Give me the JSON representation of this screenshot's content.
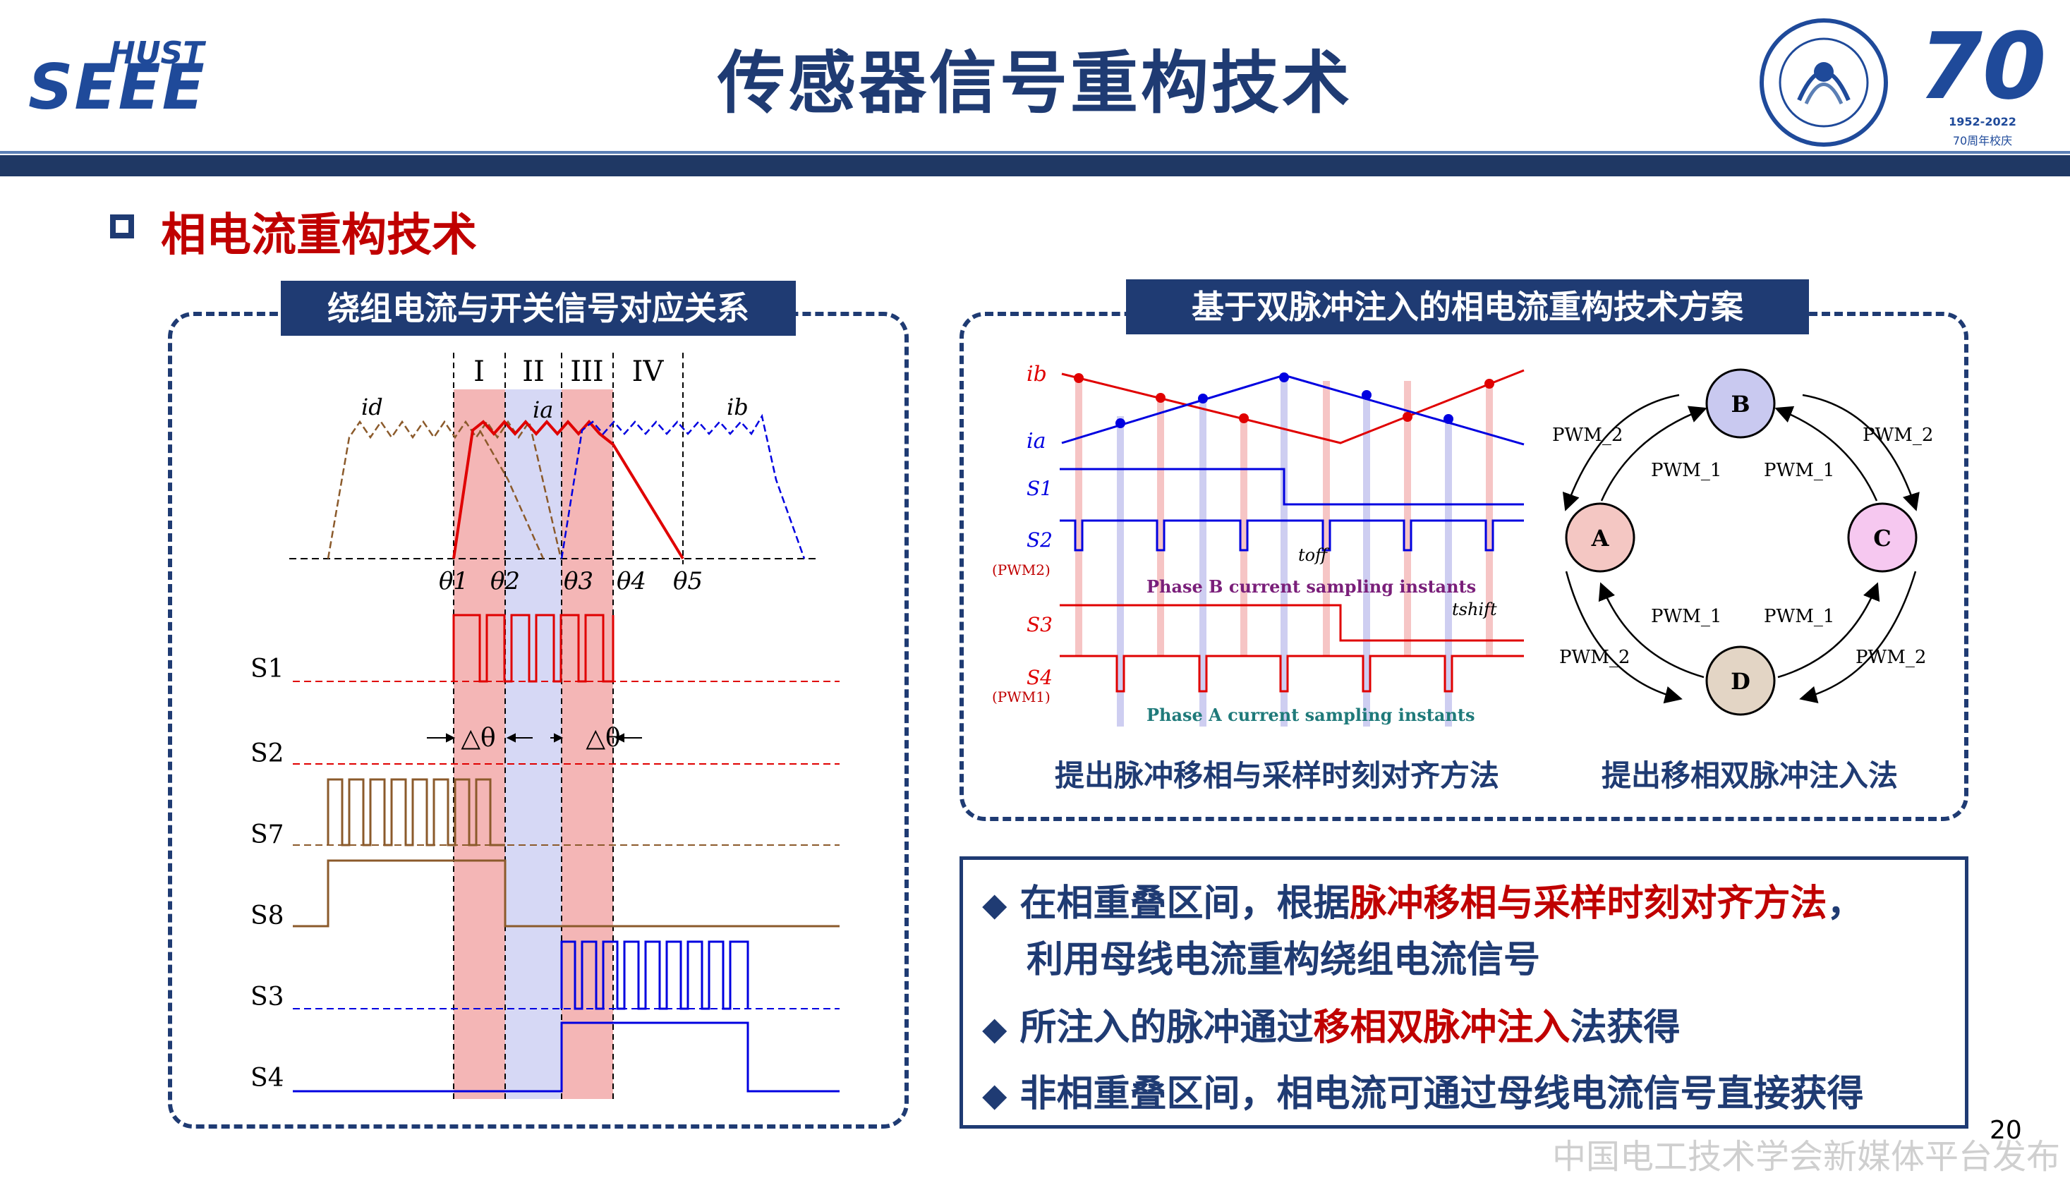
{
  "header": {
    "title": "传感器信号重构技术",
    "logo_left_top": "HUST",
    "logo_left_main": "SEEE",
    "logo_right_number": "70",
    "logo_right_years": "1952-2022",
    "logo_right_anniv": "70周年校庆"
  },
  "section": {
    "title": "相电流重构技术"
  },
  "left_panel": {
    "label": "绕组电流与开关信号对应关系",
    "regions": [
      "I",
      "II",
      "III",
      "IV"
    ],
    "currents": [
      "id",
      "ia",
      "ib"
    ],
    "theta_labels": [
      "θ1",
      "θ2",
      "θ3",
      "θ4",
      "θ5"
    ],
    "signals": [
      "S1",
      "S2",
      "S7",
      "S8",
      "S3",
      "S4"
    ],
    "delta_label": "△θ"
  },
  "right_panel": {
    "label": "基于双脉冲注入的相电流重构技术方案",
    "waveform": {
      "signals": [
        "ib",
        "ia",
        "S1",
        "S2",
        "(PWM2)",
        "S3",
        "S4",
        "(PWM1)"
      ],
      "toff_label": "toff",
      "tshift_label": "tshift",
      "phase_b_label": "Phase B current sampling instants",
      "phase_a_label": "Phase A current sampling instants"
    },
    "state_diagram": {
      "nodes": [
        "A",
        "B",
        "C",
        "D"
      ],
      "edge_labels": [
        "PWM_2",
        "PWM_2",
        "PWM_1",
        "PWM_1",
        "PWM_1",
        "PWM_1",
        "PWM_2",
        "PWM_2"
      ],
      "colors": {
        "A": "#f4c7c3",
        "B": "#c9c9f0",
        "C": "#f6c8f0",
        "D": "#e3d5c5"
      }
    },
    "caption_left": "提出脉冲移相与采样时刻对齐方法",
    "caption_right": "提出移相双脉冲注入法"
  },
  "bullets": {
    "b1_prefix": "在相重叠区间，根据",
    "b1_highlight": "脉冲移相与采样时刻对齐方法",
    "b1_suffix": "，",
    "b1_line2": "利用母线电流重构绕组电流信号",
    "b2_prefix": "所注入的脉冲通过",
    "b2_highlight": "移相双脉冲注入",
    "b2_suffix": "法获得",
    "b3": "非相重叠区间，相电流可通过母线电流信号直接获得"
  },
  "page_number": "20",
  "watermark": "中国电工技术学会新媒体平台发布",
  "colors": {
    "brand": "#1f3b73",
    "accent": "#c00000",
    "pink": "#f4b6b6",
    "lavender": "#d6d8f5"
  }
}
